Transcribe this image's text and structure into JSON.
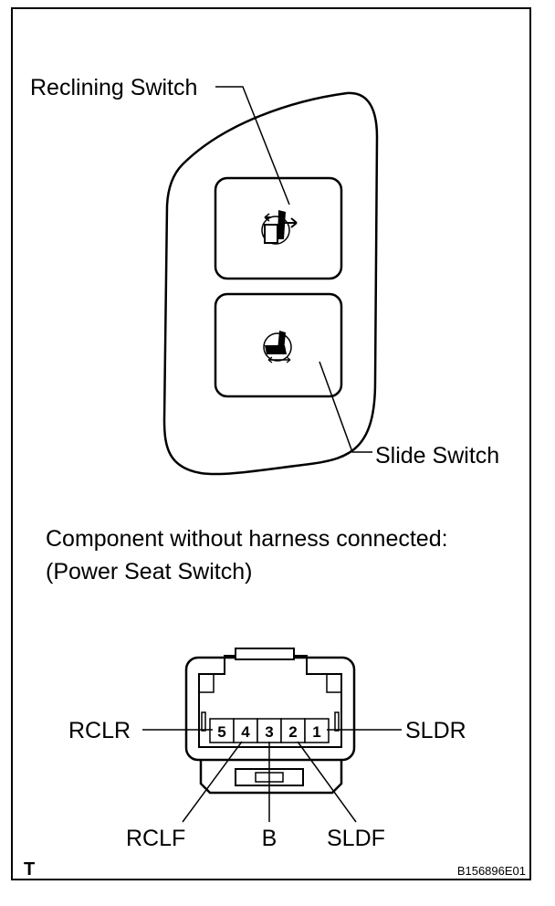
{
  "labels": {
    "reclining_switch": "Reclining Switch",
    "slide_switch": "Slide Switch"
  },
  "caption": {
    "line1": "Component without harness connected:",
    "line2": "(Power Seat Switch)"
  },
  "connector": {
    "pins": [
      "5",
      "4",
      "3",
      "2",
      "1"
    ],
    "terminals": {
      "rclr": "RCLR",
      "sldr": "SLDR",
      "rclf": "RCLF",
      "b": "B",
      "sldf": "SLDF"
    }
  },
  "footer": {
    "mark": "T",
    "figure_id": "B156896E01"
  }
}
